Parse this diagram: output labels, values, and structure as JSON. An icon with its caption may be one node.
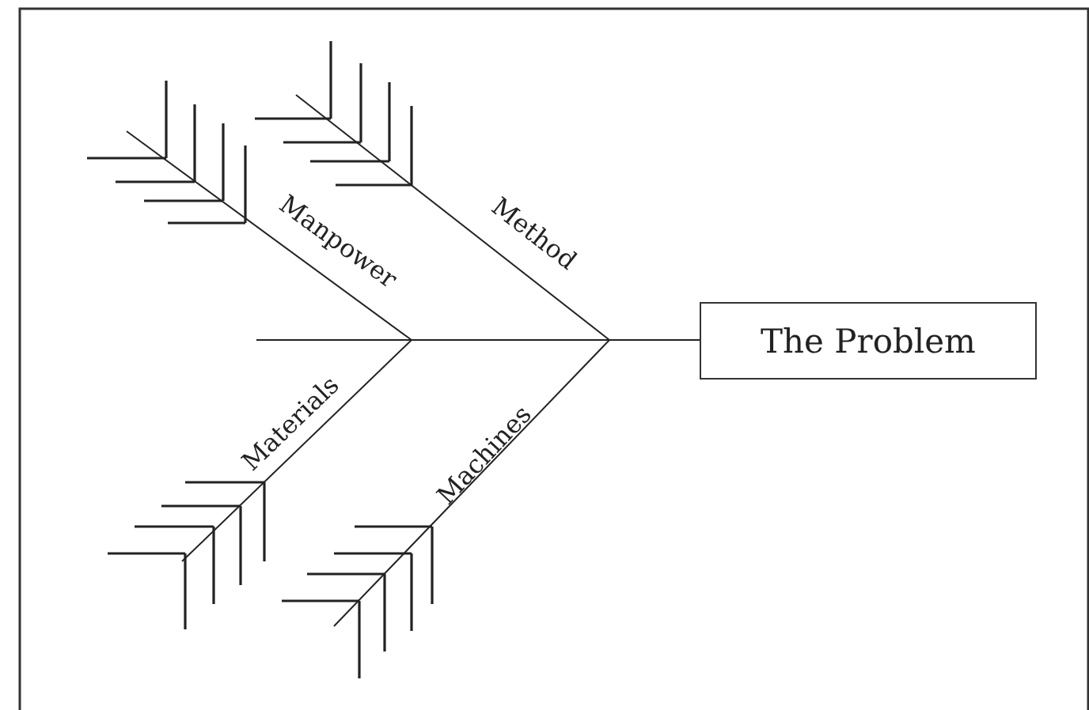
{
  "diagram": {
    "nodes": [
      {
        "text": [
          "The Problem"
        ]
      }
    ],
    "labels": [
      "Method",
      "Manpower",
      "Materials",
      "Machines"
    ]
  }
}
